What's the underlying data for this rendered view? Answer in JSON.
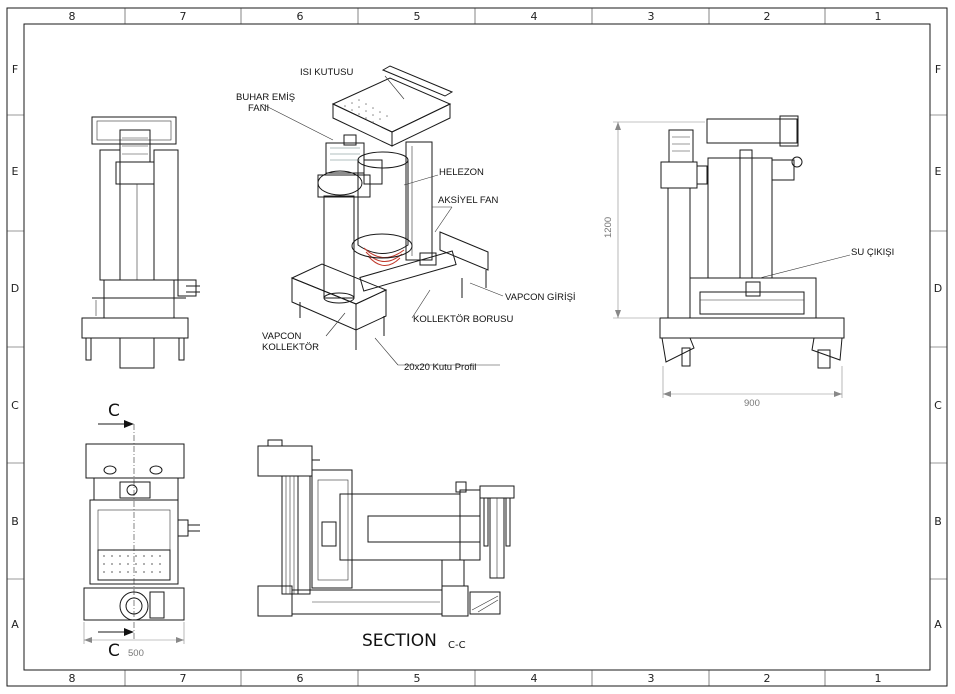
{
  "frame": {
    "top_zones": [
      "8",
      "7",
      "6",
      "5",
      "4",
      "3",
      "2",
      "1"
    ],
    "bottom_zones": [
      "8",
      "7",
      "6",
      "5",
      "4",
      "3",
      "2",
      "1"
    ],
    "left_zones": [
      "F",
      "E",
      "D",
      "C",
      "B",
      "A"
    ],
    "right_zones": [
      "F",
      "E",
      "D",
      "C",
      "B",
      "A"
    ]
  },
  "iso_view": {
    "callouts": {
      "isi_kutusu": "ISI KUTUSU",
      "buhar_emis_1": "BUHAR EMİŞ",
      "buhar_emis_2": "FANI",
      "helezon": "HELEZON",
      "aksiyel_fan": "AKSİYEL FAN",
      "vapcon_girisi": "VAPCON GİRİŞİ",
      "kollektor_borusu": "KOLLEKTÖR BORUSU",
      "vapcon_kollektor_1": "VAPCON",
      "vapcon_kollektor_2": "KOLLEKTÖR",
      "kutu_profil": "20x20 Kutu Profil"
    }
  },
  "side_view": {
    "su_cikisi": "SU ÇIKIŞI",
    "height_dim": "1200",
    "width_dim": "900"
  },
  "top_view": {
    "cut_top": "C",
    "cut_bottom": "C",
    "width_dim": "500"
  },
  "section_view": {
    "title": "SECTION",
    "subtitle": "C-C"
  },
  "colors": {
    "line": "#1a1a1a",
    "dimension": "#888888",
    "fill_light": "#e8e8e8",
    "tank": "#f3ecd6",
    "accent_red": "#c0392b"
  }
}
